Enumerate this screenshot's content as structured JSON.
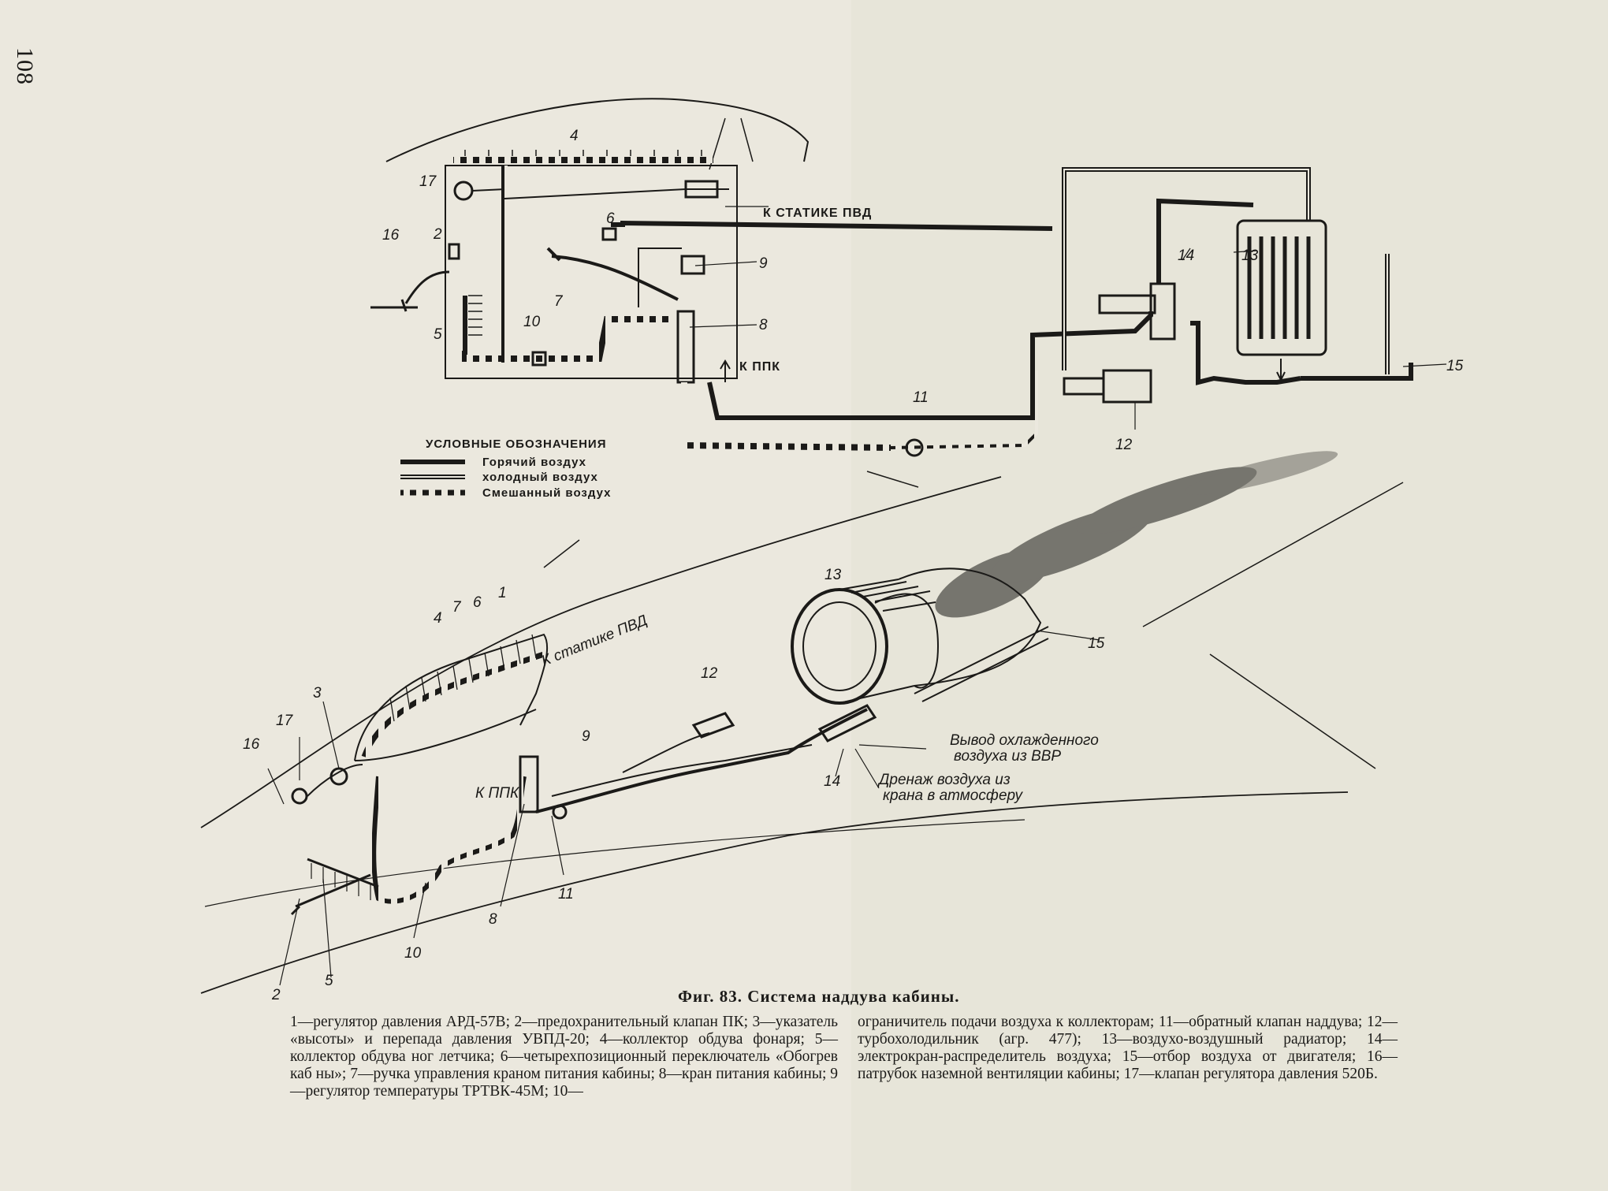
{
  "page_number": "108",
  "legend": {
    "title": "УСЛОВНЫЕ ОБОЗНАЧЕНИЯ",
    "hot": "Горячий воздух",
    "cold": "холодный воздух",
    "mixed": "Смешанный воздух"
  },
  "schematic_notes": {
    "static_pvd": "К СТАТИКЕ ПВД",
    "ppk": "К ППК"
  },
  "perspective_notes": {
    "static_pvd": "К статике ПВД",
    "ppk": "К ППК",
    "cooled_out": [
      "Вывод охлажденного",
      "воздуха из ВВР"
    ],
    "drain": [
      "Дренаж воздуха из",
      "крана в атмосферу"
    ]
  },
  "figure": {
    "title": "Фиг. 83. Система наддува кабины.",
    "caption_left": "1—регулятор давления АРД-57В; 2—предохранительный клапан ПК; 3—указатель «высоты» и перепада давления УВПД-20; 4—коллектор обдува фонаря; 5—коллектор обдува ног летчика; 6—четырехпозиционный переключатель «Обогрев каб ны»; 7—ручка управления краном питания кабины; 8—кран питания кабины; 9—регулятор температуры ТРТВК-45М; 10—",
    "caption_right": "ограничитель подачи воздуха к коллекторам; 11—обратный клапан наддува; 12—турбохолодильник (агр. 477); 13—воздухо-воздушный радиатор; 14—электрокран-распределитель воздуха; 15—отбор воздуха от двигателя; 16—патрубок наземной вентиляции кабины; 17—клапан регулятора давления 520Б."
  },
  "callouts": [
    "1",
    "2",
    "3",
    "4",
    "5",
    "6",
    "7",
    "8",
    "9",
    "10",
    "11",
    "12",
    "13",
    "14",
    "15",
    "16",
    "17"
  ]
}
